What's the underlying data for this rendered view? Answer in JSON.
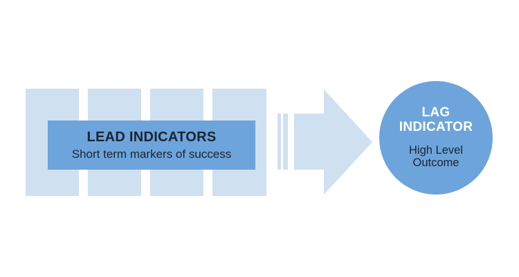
{
  "colors": {
    "background": "#ffffff",
    "light_blue": "#cfe0f1",
    "medium_blue": "#6da4db",
    "dark_text": "#1b2430",
    "white_text": "#ffffff"
  },
  "lead": {
    "title": "LEAD INDICATORS",
    "subtitle": "Short term markers of success"
  },
  "lag": {
    "title_line1": "LAG",
    "title_line2": "INDICATOR",
    "subtitle_line1": "High Level",
    "subtitle_line2": "Outcome"
  },
  "decor": {
    "background_block_count": 4,
    "stripe_count": 2
  }
}
